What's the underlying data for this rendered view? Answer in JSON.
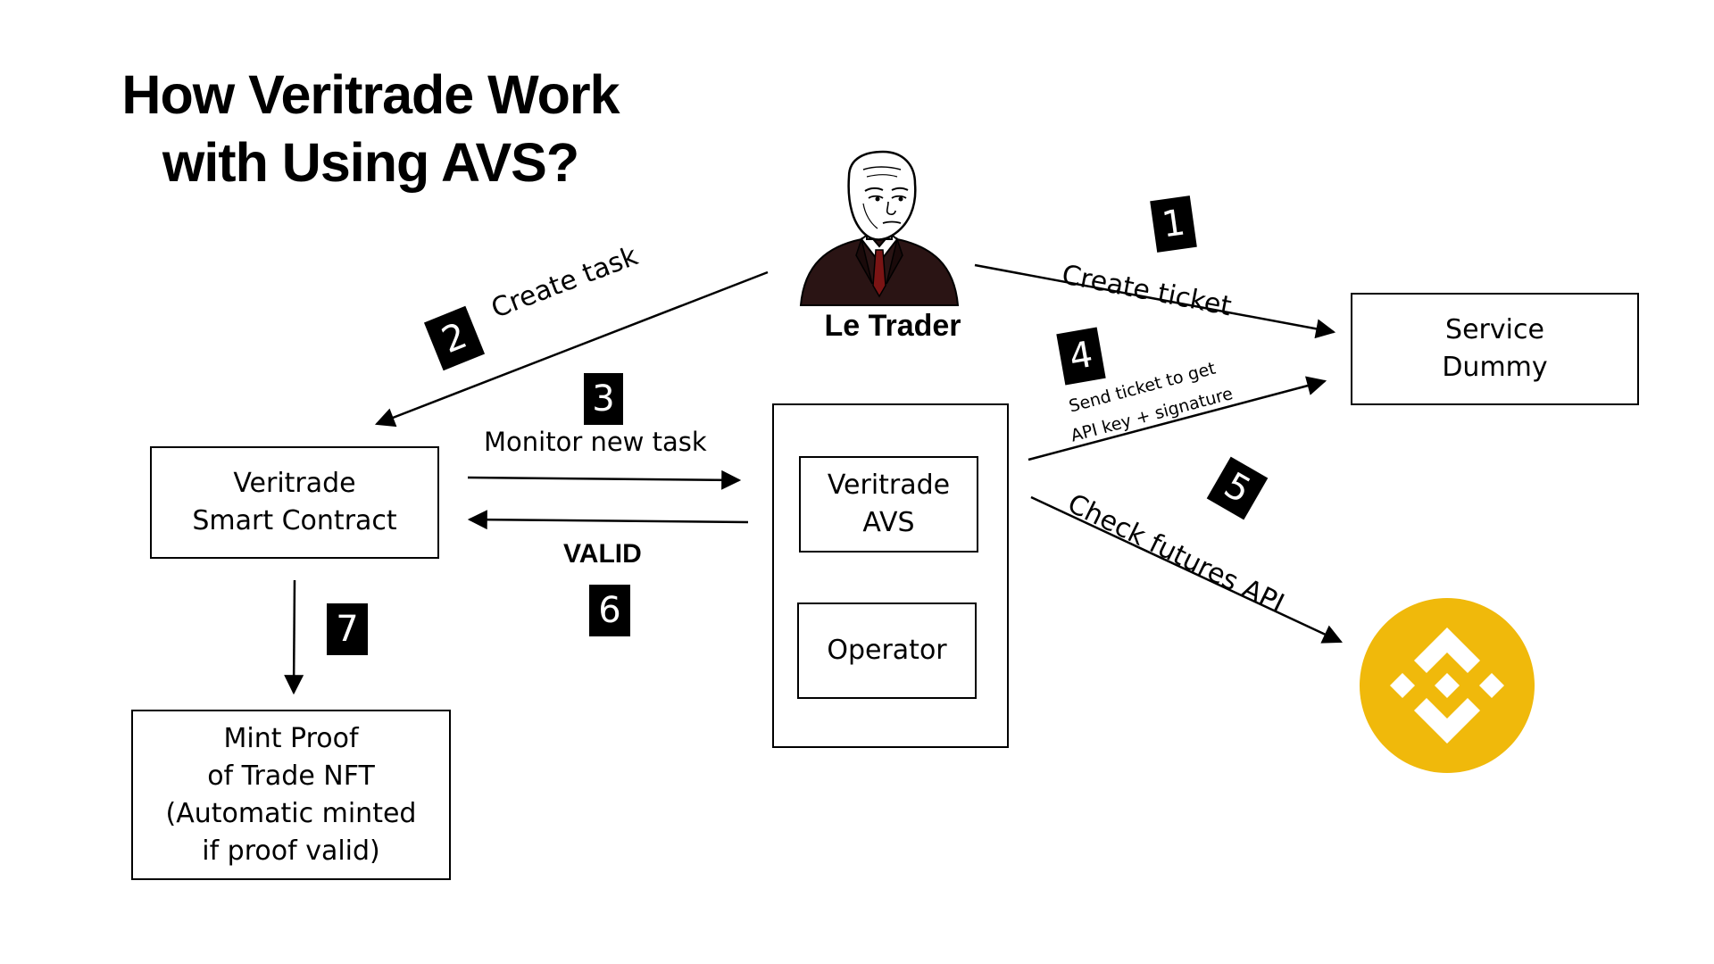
{
  "title": {
    "line1": "How Veritrade Work",
    "line2": "with Using AVS?"
  },
  "trader": {
    "name": "Le Trader",
    "icon": "trader-avatar-icon"
  },
  "boxes": {
    "smart_contract": "Veritrade\nSmart Contract",
    "service": "Service\nDummy",
    "avs": "Veritrade\nAVS",
    "operator": "Operator",
    "mint": "Mint Proof\nof Trade NFT\n(Automatic minted\nif proof valid)"
  },
  "steps": [
    {
      "number": "1",
      "label": "Create ticket"
    },
    {
      "number": "2",
      "label": "Create task"
    },
    {
      "number": "3",
      "label": "Monitor new task"
    },
    {
      "number": "4",
      "label_line1": "Send ticket to get",
      "label_line2": "API key + signature"
    },
    {
      "number": "5",
      "label": "Check futures API"
    },
    {
      "number": "6",
      "label": "VALID"
    },
    {
      "number": "7"
    }
  ],
  "binance": {
    "icon": "binance-logo-icon",
    "color": "#F0B90B"
  },
  "colors": {
    "background": "#FFFFFF",
    "ink": "#000000",
    "badge_text": "#FFFFFF"
  }
}
